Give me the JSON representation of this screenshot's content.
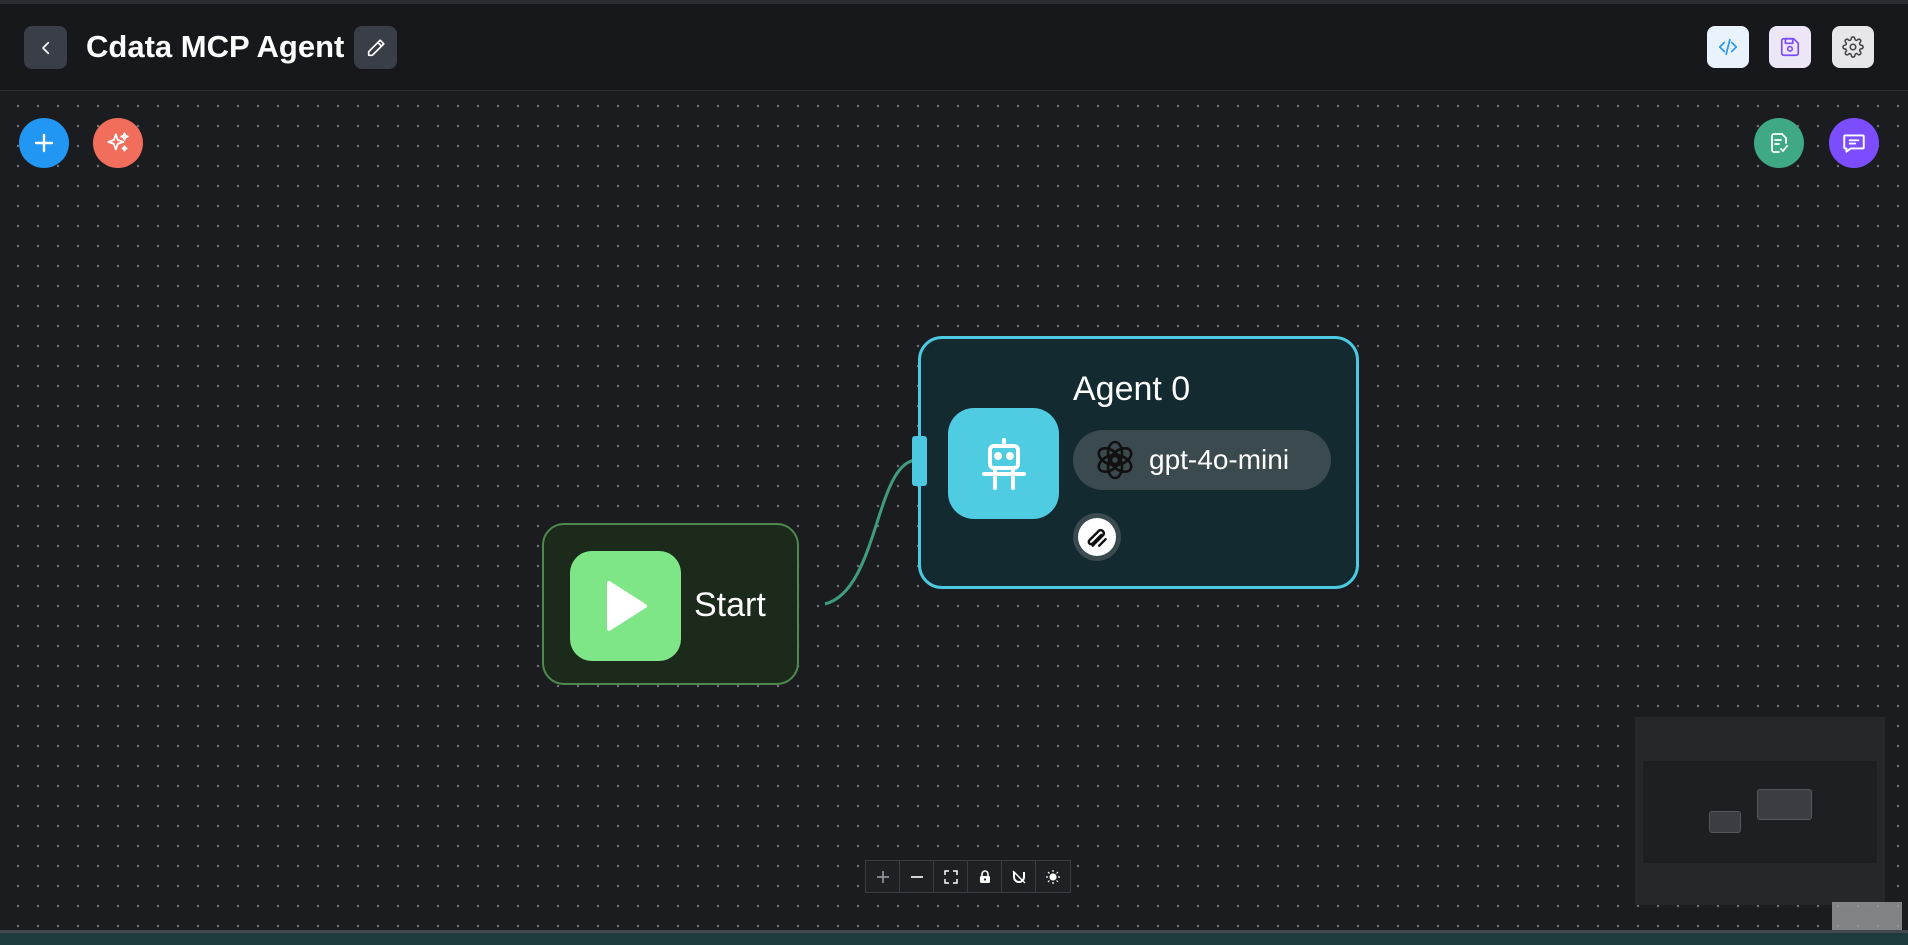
{
  "header": {
    "title": "Cdata MCP Agent",
    "back_icon": "chevron-left-icon",
    "edit_icon": "pencil-icon",
    "actions": [
      {
        "name": "code",
        "icon": "code-icon",
        "color": "#2196f3"
      },
      {
        "name": "save",
        "icon": "floppy-disk-icon",
        "color": "#7c4dff"
      },
      {
        "name": "settings",
        "icon": "gear-icon",
        "color": "#4a4a4a"
      }
    ]
  },
  "canvas": {
    "left_fabs": [
      {
        "name": "add",
        "icon": "plus-icon",
        "color": "#2196f3"
      },
      {
        "name": "generate",
        "icon": "sparkles-icon",
        "color": "#f26e5c"
      }
    ],
    "right_fabs": [
      {
        "name": "validate",
        "icon": "clipboard-check-icon",
        "color": "#3fa985"
      },
      {
        "name": "chat",
        "icon": "chat-bubble-icon",
        "color": "#7c4dff"
      }
    ]
  },
  "nodes": {
    "start": {
      "label": "Start",
      "icon": "play-icon",
      "color": "#7ee687"
    },
    "agent": {
      "label": "Agent 0",
      "icon": "robot-icon",
      "color": "#4fcbe2",
      "model": "gpt-4o-mini",
      "model_icon": "openai-icon",
      "tool_icon": "paperclip-tool-icon"
    }
  },
  "controls": [
    {
      "name": "zoom-in",
      "icon": "plus-icon"
    },
    {
      "name": "zoom-out",
      "icon": "minus-icon"
    },
    {
      "name": "fit-view",
      "icon": "fullscreen-icon"
    },
    {
      "name": "lock",
      "icon": "lock-icon"
    },
    {
      "name": "snap",
      "icon": "magnet-icon"
    },
    {
      "name": "theme",
      "icon": "sun-icon"
    }
  ]
}
